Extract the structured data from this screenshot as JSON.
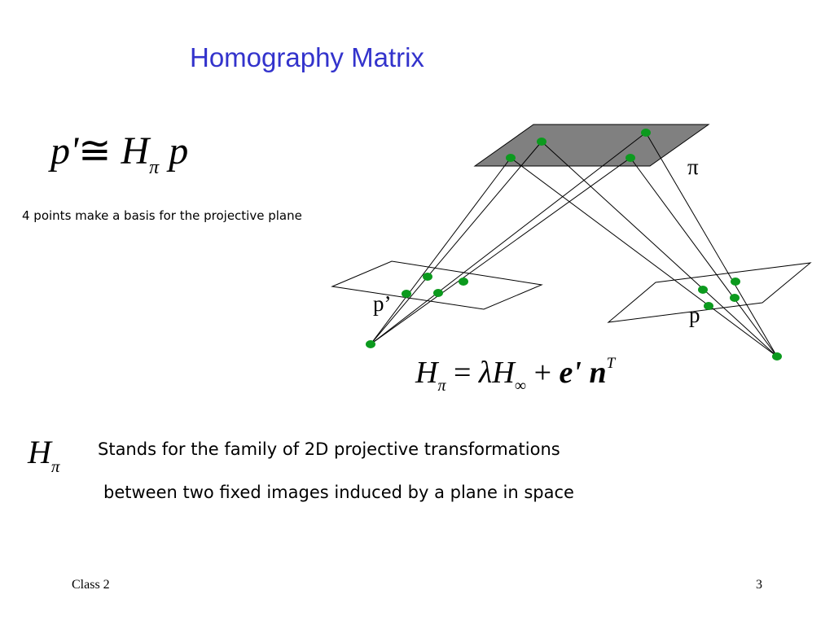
{
  "slide": {
    "title": "Homography Matrix",
    "basis_text": "4 points make a basis for the projective plane",
    "description_line1": "Stands for the family of 2D projective transformations",
    "description_line2": "between two fixed images induced by a plane in space"
  },
  "equations": {
    "main": {
      "p_prime": "p'",
      "congruent": "≅",
      "H": "H",
      "pi": "π",
      "p": "p"
    },
    "decomposition": {
      "H": "H",
      "pi": "π",
      "equals": "=",
      "lambda": "λ",
      "H_inf": "H",
      "inf": "∞",
      "plus": "+",
      "e_prime": "e'",
      "n": "n",
      "T": "T"
    },
    "symbol": {
      "H": "H",
      "pi": "π"
    }
  },
  "diagram": {
    "plane_label": "π",
    "left_image_label": "p’",
    "right_image_label": "p",
    "colors": {
      "plane_fill": "#808080",
      "point": "#0c9a1e",
      "line": "#000000"
    }
  },
  "footer": {
    "left": "Class 2",
    "page_number": "3"
  }
}
